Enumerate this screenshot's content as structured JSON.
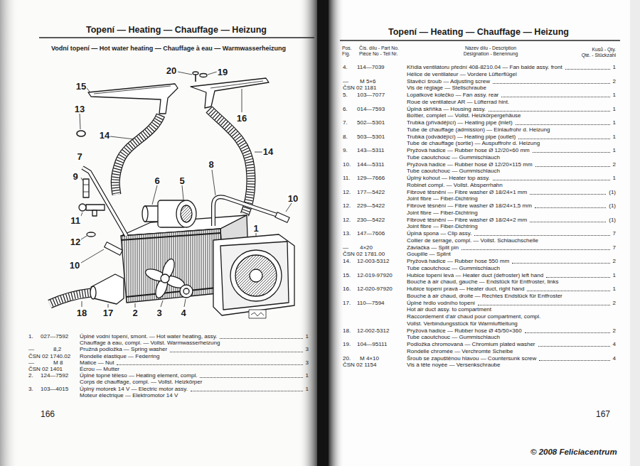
{
  "diagram": {
    "labels": [
      "Topení — Heating — Chauffage — Heizung",
      "Vodní topení — Hot water heating — Chauffage à eau — Warmwasserheizung",
      "20",
      "19",
      "15",
      "13",
      "16",
      "14",
      "14",
      "7",
      "8",
      "9",
      "6",
      "5",
      "10",
      "11",
      "1",
      "12",
      "10",
      "18",
      "17",
      "2",
      "3",
      "4",
      "1.",
      "027—7592",
      "Úplné vodní topení, smont. — Hot water heating, assy.",
      "1",
      "Chauffage à eau, compl. — Vollst. Warmwasserheizung",
      "—",
      "8,2",
      "ČSN 02 1740.02",
      "Pružná podložka — Spring washer",
      "3",
      "Rondelle élastique — Federring",
      "—",
      "M 8",
      "ČSN 02 1401",
      "Matice — Nut",
      "3",
      "Écrou — Mutter",
      "2.",
      "124—7592",
      "Úplné topné těleso — Heating element, compl.",
      "1",
      "Corps de chauffage, compl. — Vollst. Heizkörper",
      "3.",
      "103—4015",
      "Úplný motorek 14 V — Electric motor assy.",
      "1",
      "Moteur électrique — Elektromotor 14 V",
      "166",
      "Topení — Heating — Chauffage — Heizung",
      "Pos.",
      "Fig.",
      "Čís. dílu - Part No.",
      "Pièce No - Teil Nr.",
      "Název dílu - Description",
      "Désignation - Benennung",
      "Kusů - Qty.",
      "Qté. - Stückzahl",
      "4.",
      "114—7039",
      "Křídla ventilátoru přední 408-8210.04 — Fan balde assy. front",
      "1",
      "Hélice de ventilateur — Vordere Lüfterflügel",
      "—",
      "M 5×6",
      "ČSN 02 1181",
      "Stavěcí šroub — Adjusting screw",
      "2",
      "Vis de réglage — Stellschraube",
      "5.",
      "103—7077",
      "Lopatkové kolečko — Fan assy. rear",
      "1",
      "Roue de ventilateur AR — Lüfterrad hint.",
      "6.",
      "014—7593",
      "Úplná skříňka — Housing assy.",
      "1",
      "Boîtier, complet — Vollst. Heizkörpergehäuse",
      "7.",
      "502—5301",
      "Trubka (přívádějící) — Heating pipe (inlet)",
      "1",
      "Tube de chauffage (admission) — Einlaufrohr d. Heizung",
      "8.",
      "503—5301",
      "Trubka (odvádějící) — Heating pipe (outlet)",
      "1",
      "Tube de chauffage (sortie) — Auspuffrohr d. Heizung",
      "9.",
      "143—5311",
      "Pryžová hadice — Rubber hose Ø 12/20×60 mm",
      "1",
      "Tube caoutchouc — Gummischlauch",
      "10.",
      "144—5311",
      "Pryžová hadice — Rubber hose Ø 12/20×115 mm",
      "2",
      "Tube caoutchouc — Gummischlauch",
      "11.",
      "129—7666",
      "Úplný kohout — Heater top assy.",
      "1",
      "Robinet compl. — Vollst. Absperrhahn",
      "12.",
      "177—5422",
      "Fibrové těsnění — Fibre washer Ø 18/24×1 mm",
      "(1)",
      "Joint fibre — Fiber-Dichtring",
      "12.",
      "229—5422",
      "Fibrové těsnění — Fibre washer Ø 18/24×1,5 mm",
      "(1)",
      "Joint fibre — Fiber-Dichtring",
      "12.",
      "230—5422",
      "Fibrové těsnění — Fibre washer Ø 18/24×2 mm",
      "(1)",
      "Joint fibre — Fiber-Dichtring",
      "13.",
      "147—7606",
      "Úplná spona — Clip assy.",
      "7",
      "Collier de serrage, compl. — Vollst. Schlauchschelle",
      "—",
      "4×20",
      "ČSN 02 1781.00",
      "Závlačka — Split pin",
      "7",
      "Goupille — Splint",
      "14.",
      "12-003-5312",
      "Pryžová hadice — Rubber hose 550 mm",
      "2",
      "Tube caoutchouc — Gummischlauch",
      "15.",
      "12-019-97920",
      "Hubice topení levá — Heater duct (defroster) left hand",
      "1",
      "Bouche à air chaud, gauche — Endstück für Entfroster, links",
      "16.",
      "12-020-97920",
      "Hubice topení pravá — Heater duct, right hand",
      "1",
      "Bouche à air chaud, droite — Rechtes Endstück für Entfroster",
      "17.",
      "110—7594",
      "Úplné hrdlo vodního topení",
      "2",
      "Hot air duct assy. to compartment",
      "Raccordement d'air chaud pour compartment, compl.",
      "Vollst. Verbindungsstück für Warmluftleitung",
      "18.",
      "12-002-5312",
      "Pryžová hadice — Rubber hose Ø 45/50×360",
      "2",
      "Tube caoutchouc — Gummischlauch",
      "19.",
      "104—95111",
      "Podložka chromovaná — Chromium plated washer",
      "4",
      "Rondelle chromée — Verchromte Scheibe",
      "20.",
      "M 4×10",
      "ČSN 02 1154",
      "Šroub se zapuštěnou hlavou — Countersunk screw",
      "4",
      "Vis à tête noyée — Versenkschraube",
      "167",
      "© 2008 Feliciacentrum"
    ]
  }
}
